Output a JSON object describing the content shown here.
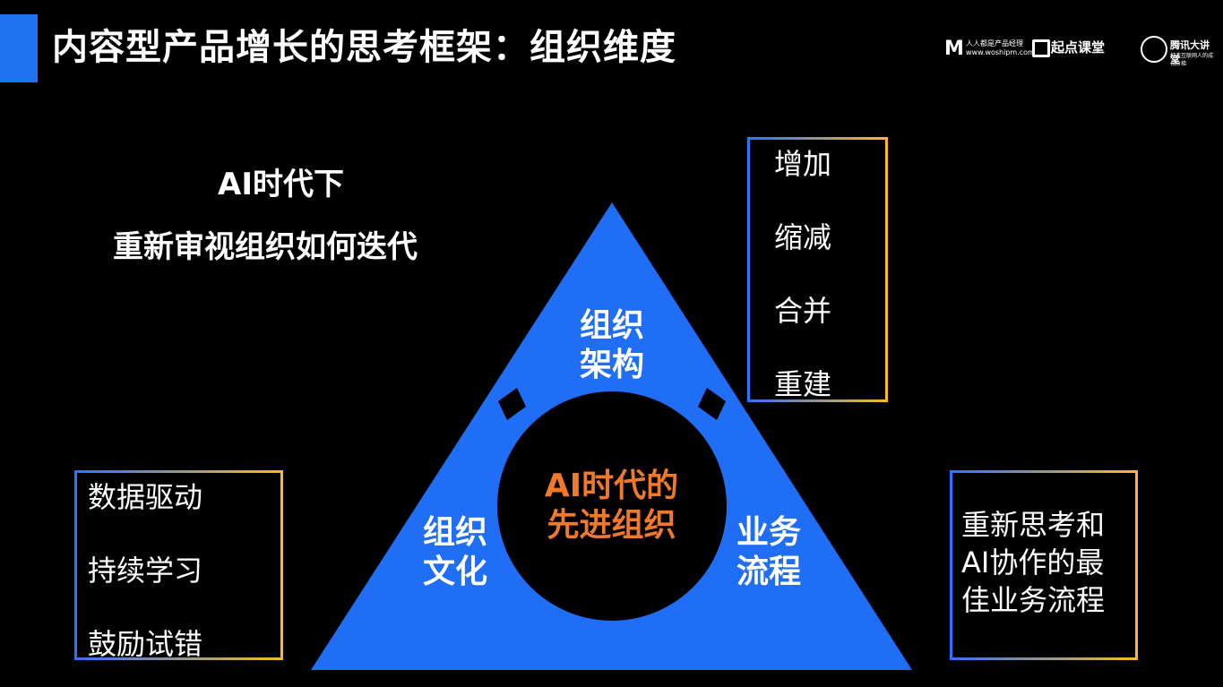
{
  "title": "内容型产品增长的思考框架：组织维度",
  "logos": {
    "m_mark": "M",
    "m_text": "人人都是产品经理",
    "m_url": "www.woshipm.com",
    "qidian": "起点课堂",
    "tencent": "腾讯大讲堂",
    "tencent_sub": "打造互联网人的成长阶梯"
  },
  "left_heading": {
    "line1": "AI时代下",
    "line2": "重新审视组织如何迭代"
  },
  "top_box": [
    "增加",
    "缩减",
    "合并",
    "重建"
  ],
  "left_box": [
    "数据驱动",
    "持续学习",
    "鼓励试错"
  ],
  "right_box": [
    "重新思考和",
    "AI协作的最",
    "佳业务流程"
  ],
  "triangle": {
    "top": [
      "组织",
      "架构"
    ],
    "left": [
      "组织",
      "文化"
    ],
    "right": [
      "业务",
      "流程"
    ],
    "center": [
      "AI时代的",
      "先进组织"
    ]
  },
  "colors": {
    "accent": "#1e73f0",
    "triangle": "#1f6ef5",
    "center_text": "#f07a2a",
    "box_gradient_start": "#2b74ff",
    "box_gradient_end": "#ffb820"
  }
}
